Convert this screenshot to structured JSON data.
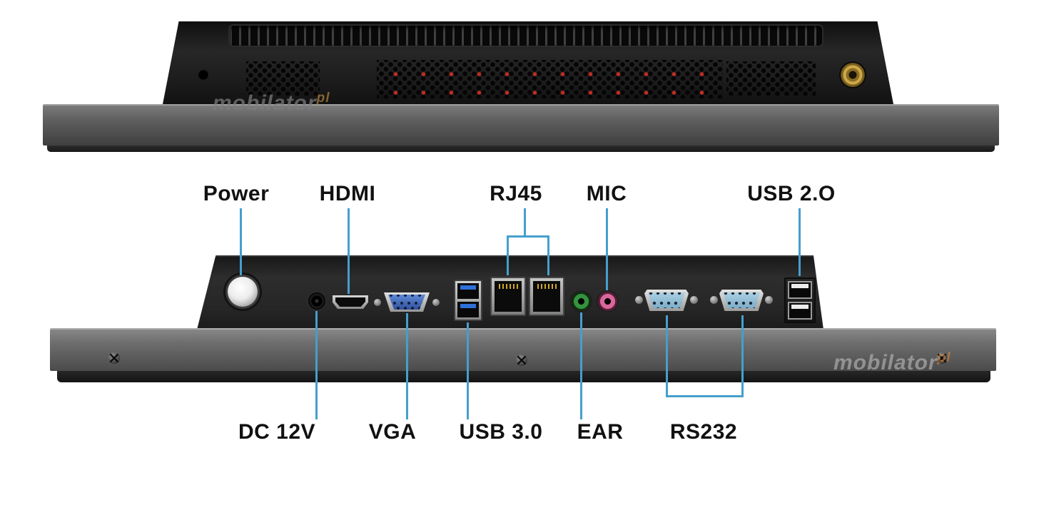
{
  "colors": {
    "background": "#ffffff",
    "leader_line": "#459fce",
    "label_text": "#111111"
  },
  "watermarks": {
    "top": {
      "text": "mobilator",
      "suffix": "pl"
    },
    "bottom": {
      "text": "mobilator",
      "suffix": "pl"
    }
  },
  "top_labels": {
    "power": "Power",
    "hdmi": "HDMI",
    "rj45": "RJ45",
    "mic": "MIC",
    "usb2": "USB 2.O"
  },
  "bottom_labels": {
    "dc12v": "DC 12V",
    "vga": "VGA",
    "usb3": "USB 3.0",
    "ear": "EAR",
    "rs232": "RS232"
  }
}
